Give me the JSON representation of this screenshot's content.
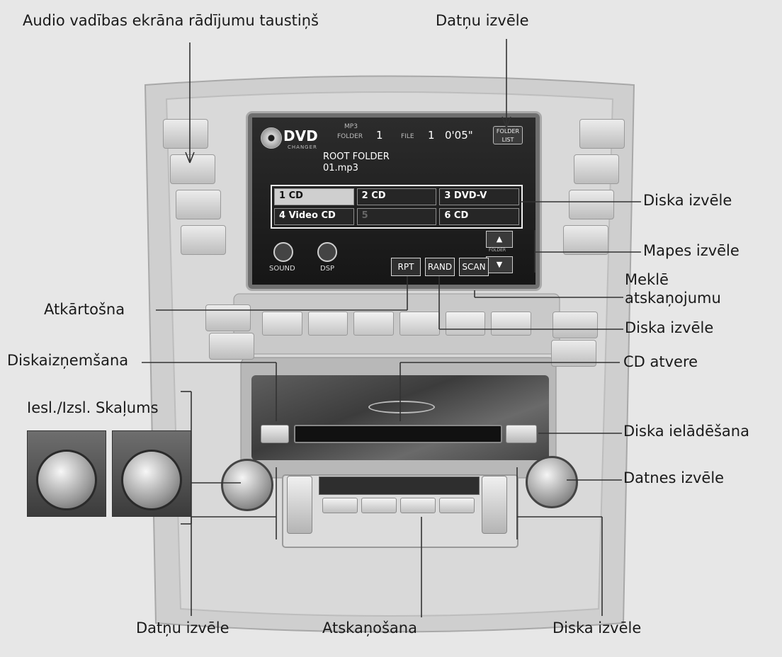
{
  "callouts": {
    "audio_screen_button": "Audio vadības ekrāna rādījumu taustiņš",
    "file_select_top": "Datņu izvēle",
    "disc_select_grid": "Diska izvēle",
    "folder_select": "Mapes izvēle",
    "scan_line1": "Meklē",
    "scan_line2": "atskaņojumu",
    "repeat": "Atkārtošna",
    "disc_select_rand": "Diska izvēle",
    "eject": "Diskaizņemšana",
    "cd_slot": "CD atvere",
    "power_volume": "Iesl./Izsl. Skaļums",
    "disc_load": "Diska ielādēšana",
    "file_select_knob": "Datnes izvēle",
    "file_select_bottom": "Datņu izvēle",
    "playback": "Atskaņošana",
    "disc_select_bottom": "Diska izvēle"
  },
  "screen": {
    "logo": "DVD",
    "logo_sub": "CHANGER",
    "mp3_label": "MP3",
    "folder_label": "FOLDER",
    "folder_num": "1",
    "file_label": "FILE",
    "file_num": "1",
    "time": "0'05\"",
    "list_button": "FOLDER LIST",
    "folder_name": "ROOT FOLDER",
    "file_name": "01.mp3",
    "discs": [
      "1 CD",
      "2 CD",
      "3 DVD-V",
      "4 Video CD",
      "5",
      "6 CD"
    ],
    "folder_up": "▲",
    "folder_down": "▼",
    "folder_caption": "FOLDER",
    "rpt": "RPT",
    "rand": "RAND",
    "scan": "SCAN",
    "sound": "SOUND",
    "dsp": "DSP"
  }
}
